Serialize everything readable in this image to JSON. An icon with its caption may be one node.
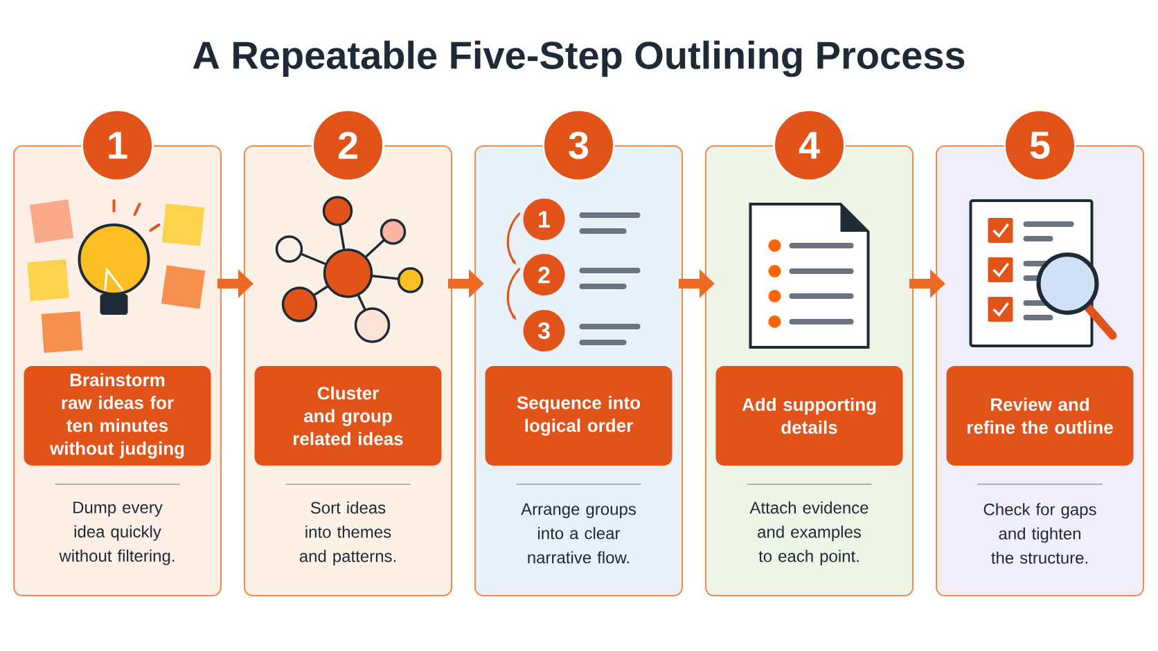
{
  "diagram": {
    "title": "A Repeatable Five-Step Outlining Process",
    "nodes": [
      {
        "text": [
          "Dump every idea quickly without filtering."
        ]
      },
      {
        "text": [
          "1"
        ]
      },
      {
        "text": [
          "Brainstorm raw ideas for ten minutes without judging"
        ],
        "in": 0
      },
      {
        "text": [
          "Sort ideas into themes and patterns."
        ]
      },
      {
        "text": [
          "2"
        ]
      },
      {
        "text": [
          "Cluster and group related ideas"
        ],
        "in": 3
      },
      {
        "text": [
          "Arrange groups into a clear narrative flow."
        ]
      },
      {
        "text": [
          "3"
        ]
      },
      {
        "text": [
          "Sequence into logical order"
        ],
        "in": 6
      },
      {
        "text": [
          "Attach evidence and examples to each point."
        ]
      },
      {
        "text": [
          "4"
        ]
      },
      {
        "text": [
          "Add supporting details"
        ],
        "in": 9
      },
      {
        "text": [
          "Check for gaps and tighten the structure."
        ]
      },
      {
        "text": [
          "5"
        ]
      },
      {
        "text": [
          "Review and refine the outline"
        ],
        "in": 12
      }
    ],
    "edges": [
      {
        "from": 0,
        "to": 3,
        "arrow": "to"
      },
      {
        "from": 3,
        "to": 6,
        "arrow": "to"
      },
      {
        "from": 6,
        "to": 9,
        "arrow": "to"
      },
      {
        "from": 9,
        "to": 12,
        "arrow": "to"
      }
    ],
    "labels": [
      "1",
      "2",
      "3"
    ]
  }
}
